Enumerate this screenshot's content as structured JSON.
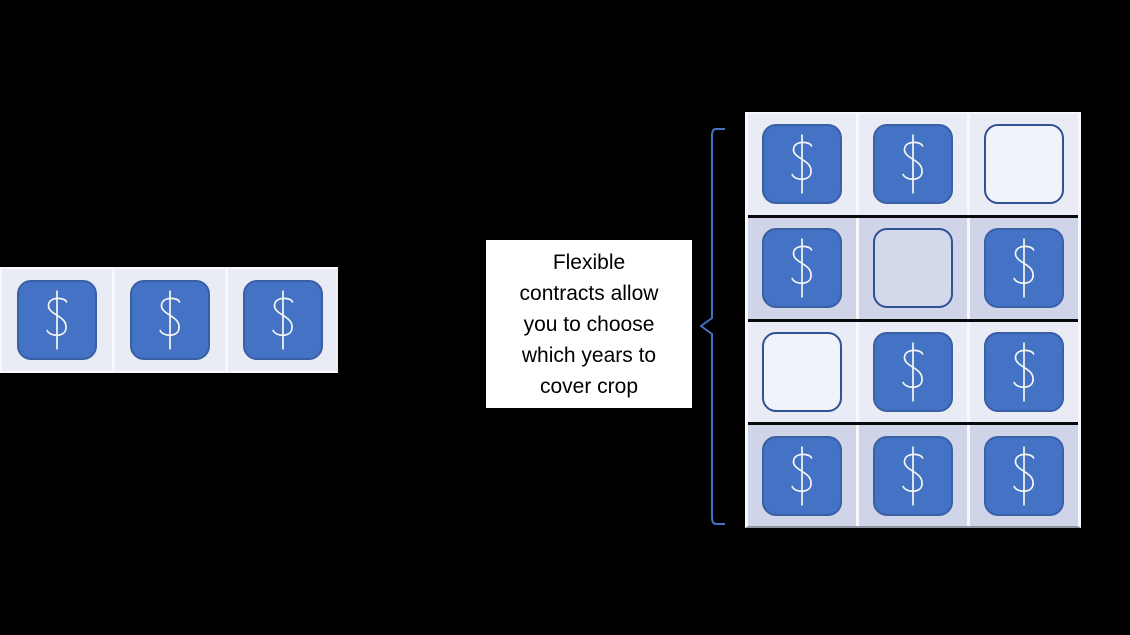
{
  "note": {
    "text": "Flexible contracts allow you to choose which years to cover crop",
    "lines": [
      "Flexible",
      "contracts allow",
      "you to choose",
      "which years to",
      "cover crop"
    ]
  },
  "standard_table": {
    "rows": [
      {
        "shade": "light",
        "cells": [
          "dollar",
          "dollar",
          "dollar"
        ]
      }
    ]
  },
  "flexible_table": {
    "rows": [
      {
        "shade": "light",
        "cells": [
          "dollar",
          "dollar",
          "empty"
        ]
      },
      {
        "shade": "dark",
        "cells": [
          "dollar",
          "empty",
          "dollar"
        ]
      },
      {
        "shade": "light",
        "cells": [
          "empty",
          "dollar",
          "dollar"
        ]
      },
      {
        "shade": "dark",
        "cells": [
          "dollar",
          "dollar",
          "dollar"
        ]
      }
    ]
  },
  "icons": {
    "dollar": "$",
    "brace": "left-curly-brace"
  },
  "colors": {
    "background": "#000000",
    "accent_blue": "#4472C4",
    "tile_border": "#3A60A4",
    "empty_outline": "#2E5395",
    "row_light": "#E9EBF5",
    "row_dark": "#CFD4E9",
    "empty_fill_light": "#F1F3FA",
    "empty_fill_dark": "#D3D8EB",
    "divider_white": "#F7F8FC",
    "separator_dark": "#0A0A0C",
    "table_bottom": "#8F93A0",
    "dollar_glyph": "#F5F6F2",
    "brace": "#4472C4",
    "note_bg": "#FFFFFF",
    "note_text": "#000000"
  }
}
